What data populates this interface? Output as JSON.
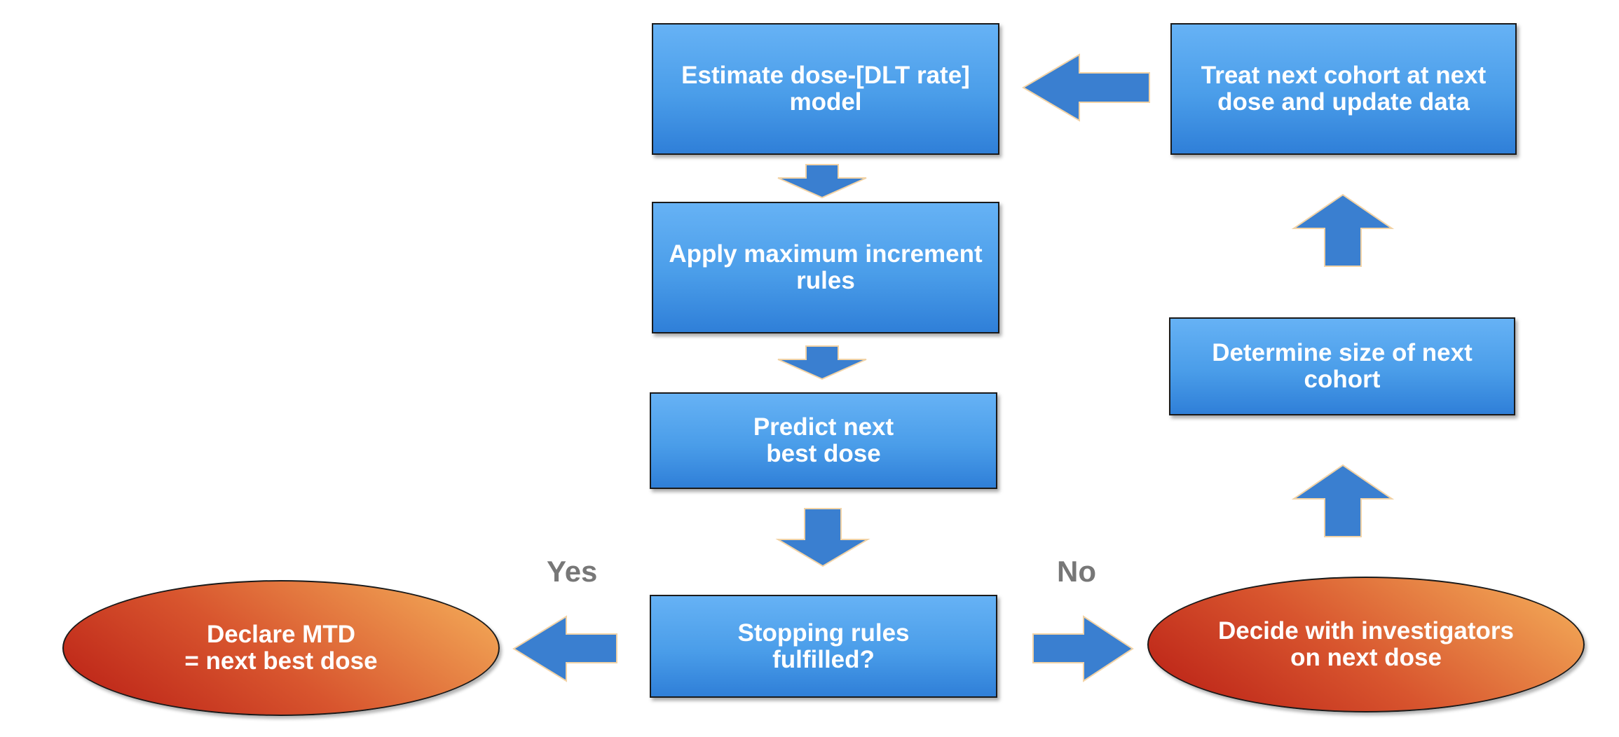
{
  "nodes": {
    "estimate": "Estimate dose-[DLT rate]\nmodel",
    "apply": "Apply maximum increment\nrules",
    "predict": "Predict next\nbest dose",
    "stopping": "Stopping rules\nfulfilled?",
    "treat": "Treat next cohort at next\ndose and update data",
    "determine": "Determine size of next\ncohort",
    "declare": "Declare MTD\n= next best dose",
    "decide": "Decide with investigators\non next dose"
  },
  "labels": {
    "yes": "Yes",
    "no": "No"
  },
  "colors": {
    "box_top": "#66b2f5",
    "box_bottom": "#2f7fd8",
    "arrow": "#3a7fd0",
    "oval_dark": "#b81c14",
    "oval_light": "#f6b35c",
    "label": "#777777"
  }
}
